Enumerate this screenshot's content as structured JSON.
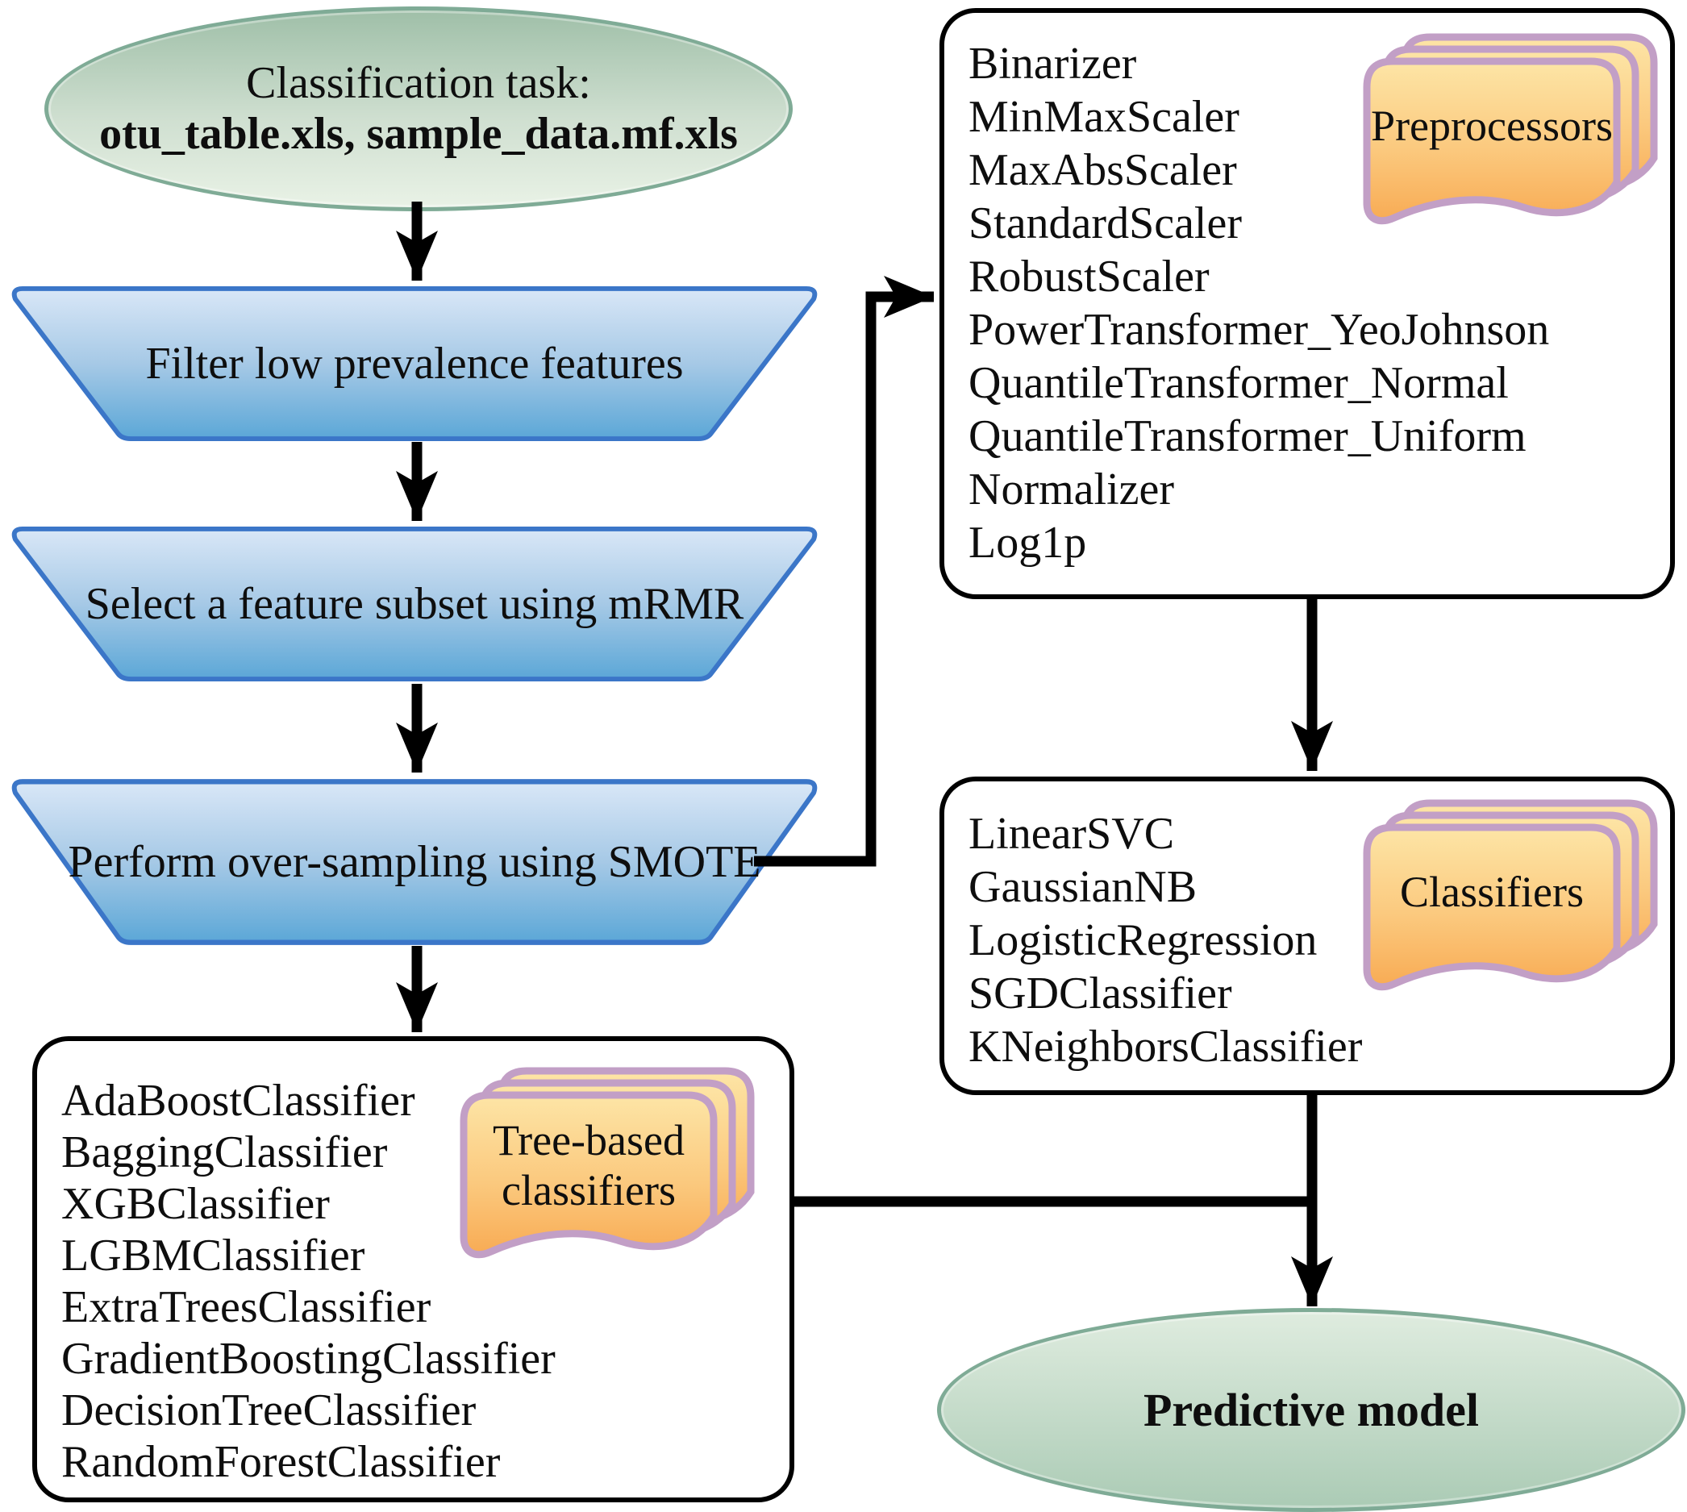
{
  "title_node": {
    "line1": "Classification task:",
    "line2": "otu_table.xls, sample_data.mf.xls"
  },
  "steps": {
    "filter": "Filter low prevalence features",
    "mrmr": "Select a feature subset using mRMR",
    "smote": "Perform over-sampling using SMOTE"
  },
  "preprocessors": {
    "icon_label": "Preprocessors",
    "items": [
      "Binarizer",
      "MinMaxScaler",
      "MaxAbsScaler",
      "StandardScaler",
      "RobustScaler",
      "PowerTransformer_YeoJohnson",
      "QuantileTransformer_Normal",
      "QuantileTransformer_Uniform",
      "Normalizer",
      "Log1p"
    ]
  },
  "classifiers": {
    "icon_label": "Classifiers",
    "items": [
      "LinearSVC",
      "GaussianNB",
      "LogisticRegression",
      "SGDClassifier",
      "KNeighborsClassifier"
    ]
  },
  "tree_classifiers": {
    "icon_label_line1": "Tree-based",
    "icon_label_line2": "classifiers",
    "items": [
      "AdaBoostClassifier",
      "BaggingClassifier",
      "XGBClassifier",
      "LGBMClassifier",
      "ExtraTreesClassifier",
      "GradientBoostingClassifier",
      "DecisionTreeClassifier",
      "RandomForestClassifier"
    ]
  },
  "output_node": {
    "label": "Predictive model"
  },
  "colors": {
    "trapezoid_border": "#3b76c8",
    "trapezoid_top": "#d9e7f7",
    "trapezoid_mid": "#a6c9e6",
    "trapezoid_bottom": "#5ba7d7",
    "ellipse_border": "#7fab96",
    "ellipse_top": "#9fbfa8",
    "ellipse_bottom": "#e9f2e6",
    "ellipse_end_top": "#dfecdf",
    "ellipse_end_bottom": "#abcbb5",
    "doc_border": "#c29fc6",
    "doc_top": "#fde5a6",
    "doc_bottom": "#f8ab54",
    "box_border": "#000000",
    "arrow": "#000000"
  }
}
